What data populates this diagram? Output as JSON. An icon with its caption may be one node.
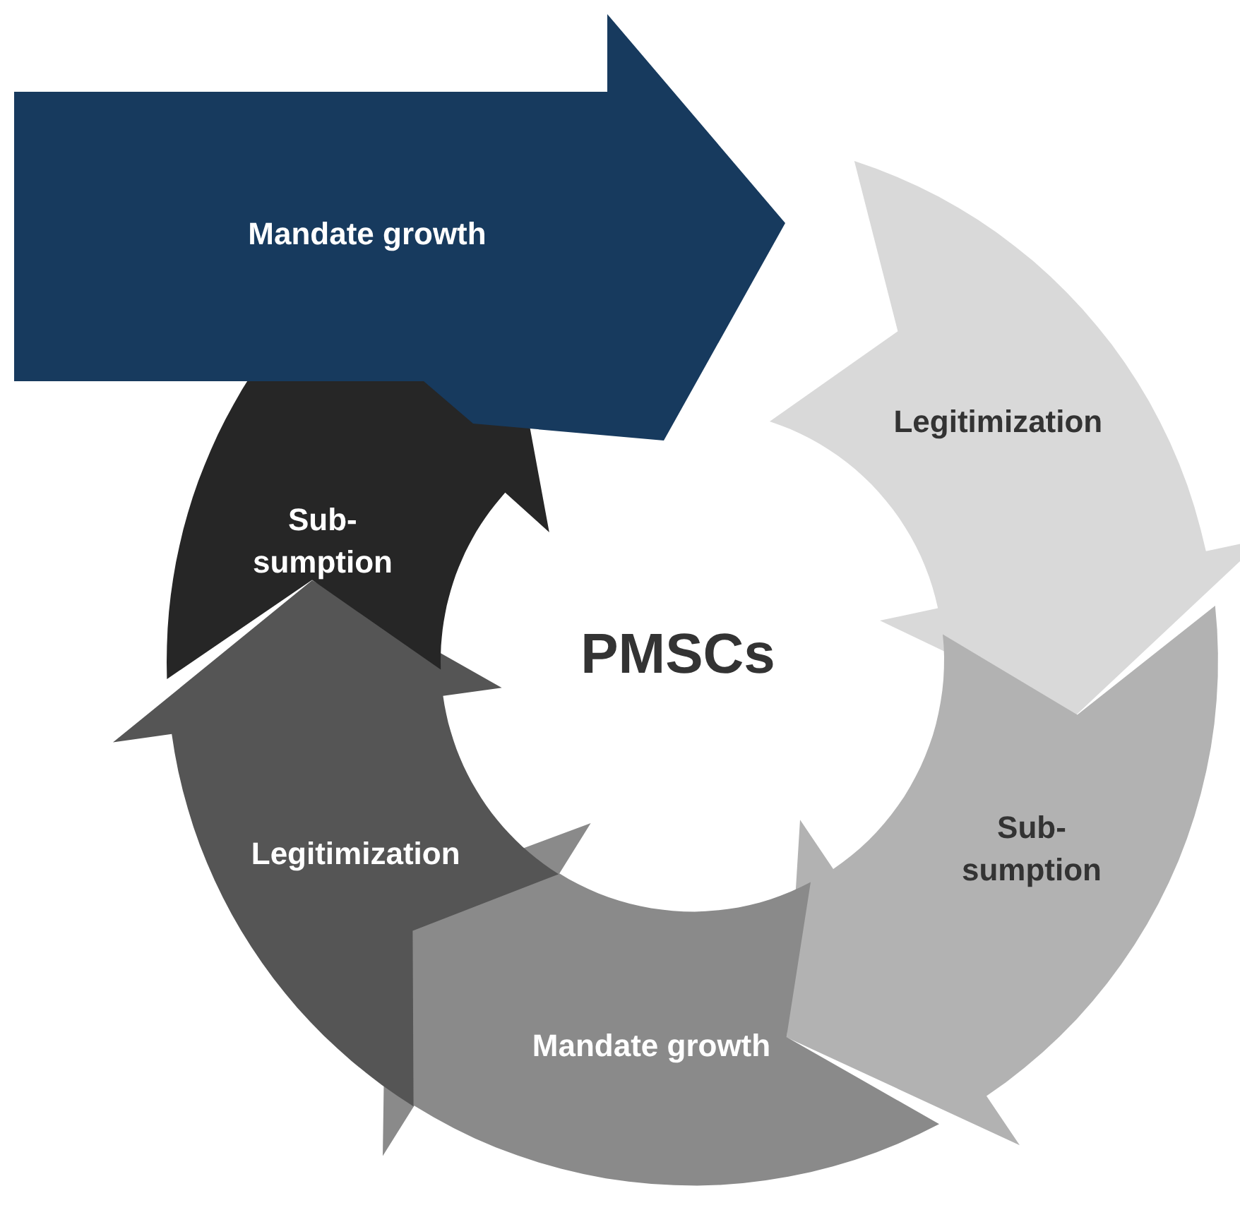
{
  "diagram": {
    "nodes": [
      {
        "text": [
          "Mandate growth"
        ]
      },
      {
        "text": [
          "Legitimization"
        ]
      },
      {
        "text": [
          "Sub- sumption"
        ]
      },
      {
        "text": [
          "Mandate growth"
        ]
      },
      {
        "text": [
          "Legitimization"
        ]
      },
      {
        "text": [
          "Sub- sumption"
        ]
      }
    ],
    "labels": [
      "PMSCs"
    ]
  }
}
